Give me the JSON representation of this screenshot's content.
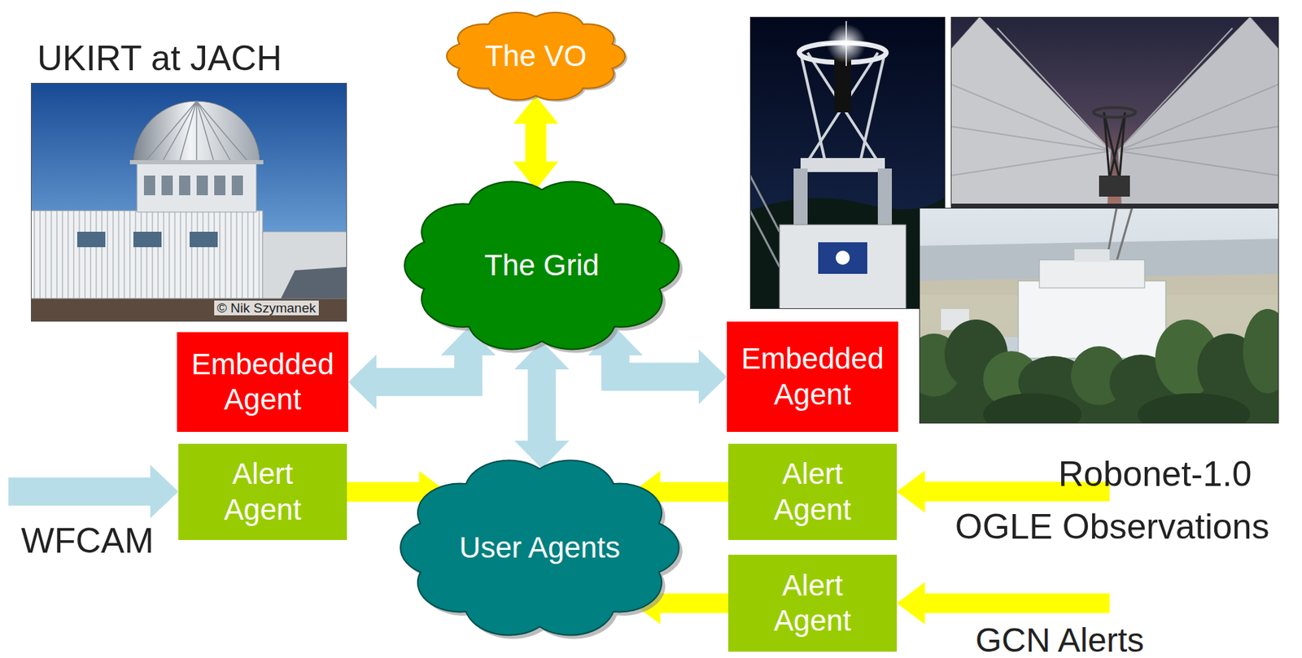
{
  "diagram": {
    "nodes": [
      {
        "text": [
          "The VO"
        ]
      },
      {
        "text": [
          "The Grid"
        ]
      },
      {
        "text": [
          "Embedded Agent"
        ]
      },
      {
        "text": [
          "Embedded Agent"
        ]
      },
      {
        "text": [
          "Alert Agent"
        ]
      },
      {
        "text": [
          "User Agents"
        ]
      },
      {
        "text": [
          "Alert Agent"
        ]
      },
      {
        "text": [
          "Alert Agent"
        ]
      }
    ],
    "edges": [
      {
        "from": 0,
        "to": 1,
        "arrow": "both"
      },
      {
        "from": 1,
        "to": 2,
        "arrow": "both"
      },
      {
        "from": 1,
        "to": 3,
        "arrow": "both"
      },
      {
        "from": 1,
        "to": 5,
        "arrow": "both"
      },
      {
        "from": 4,
        "to": 5,
        "arrow": "to"
      },
      {
        "from": 6,
        "to": 5,
        "arrow": "to"
      },
      {
        "from": 7,
        "to": 5,
        "arrow": "to"
      }
    ],
    "labels": [
      "UKIRT at JACH",
      "© Nik Szymanek",
      "Robonet-1.0",
      "WFCAM",
      "OGLE Observations",
      "GCN Alerts"
    ]
  }
}
